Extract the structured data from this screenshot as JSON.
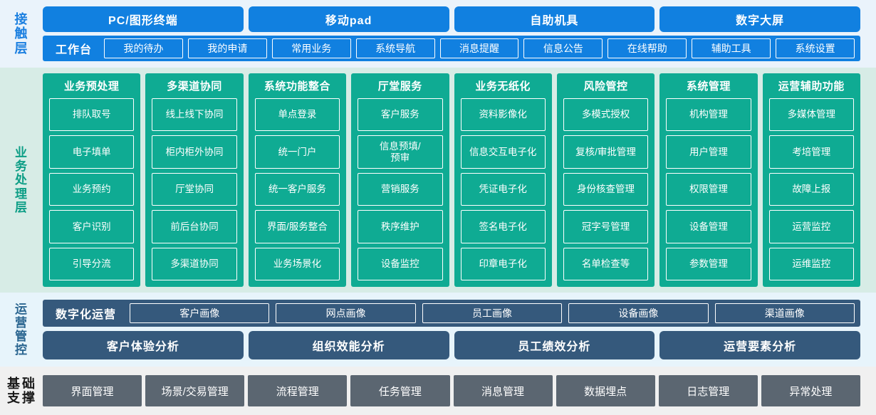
{
  "colors": {
    "contact_bg": "#eaf3fb",
    "contact_accent": "#1180e0",
    "business_bg": "#d7ece6",
    "business_accent": "#0fab93",
    "ops_bg": "#e7f4fb",
    "ops_accent": "#35597c",
    "base_bg": "#f0f0f0",
    "base_accent": "#5b6671"
  },
  "contact_layer": {
    "label": "接触层",
    "channels": [
      {
        "label": "PC/图形终端"
      },
      {
        "label": "移动pad"
      },
      {
        "label": "自助机具"
      },
      {
        "label": "数字大屏"
      }
    ],
    "workbench_title": "工作台",
    "workbench_items": [
      {
        "label": "我的待办"
      },
      {
        "label": "我的申请"
      },
      {
        "label": "常用业务"
      },
      {
        "label": "系统导航"
      },
      {
        "label": "消息提醒"
      },
      {
        "label": "信息公告"
      },
      {
        "label": "在线帮助"
      },
      {
        "label": "辅助工具"
      },
      {
        "label": "系统设置"
      }
    ]
  },
  "business_layer": {
    "label": "业务处理层",
    "columns": [
      {
        "title": "业务预处理",
        "items": [
          "排队取号",
          "电子填单",
          "业务预约",
          "客户识别",
          "引导分流"
        ]
      },
      {
        "title": "多渠道协同",
        "items": [
          "线上线下协同",
          "柜内柜外协同",
          "厅堂协同",
          "前后台协同",
          "多渠道协同"
        ]
      },
      {
        "title": "系统功能整合",
        "items": [
          "单点登录",
          "统一门户",
          "统一客户服务",
          "界面/服务整合",
          "业务场景化"
        ]
      },
      {
        "title": "厅堂服务",
        "items": [
          "客户服务",
          "信息预填/\n预审",
          "营销服务",
          "秩序维护",
          "设备监控"
        ]
      },
      {
        "title": "业务无纸化",
        "items": [
          "资料影像化",
          "信息交互电子化",
          "凭证电子化",
          "签名电子化",
          "印章电子化"
        ]
      },
      {
        "title": "风险管控",
        "items": [
          "多模式授权",
          "复核/审批管理",
          "身份核查管理",
          "冠字号管理",
          "名单检查等"
        ]
      },
      {
        "title": "系统管理",
        "items": [
          "机构管理",
          "用户管理",
          "权限管理",
          "设备管理",
          "参数管理"
        ]
      },
      {
        "title": "运营辅助功能",
        "items": [
          "多媒体管理",
          "考培管理",
          "故障上报",
          "运营监控",
          "运维监控"
        ]
      }
    ]
  },
  "ops_layer": {
    "label": "运营管控",
    "digital_ops_title": "数字化运营",
    "portrait_items": [
      {
        "label": "客户画像"
      },
      {
        "label": "网点画像"
      },
      {
        "label": "员工画像"
      },
      {
        "label": "设备画像"
      },
      {
        "label": "渠道画像"
      }
    ],
    "analysis_items": [
      {
        "label": "客户体验分析"
      },
      {
        "label": "组织效能分析"
      },
      {
        "label": "员工绩效分析"
      },
      {
        "label": "运营要素分析"
      }
    ]
  },
  "base_layer": {
    "label": "基础支撑",
    "items": [
      {
        "label": "界面管理"
      },
      {
        "label": "场景/交易管理"
      },
      {
        "label": "流程管理"
      },
      {
        "label": "任务管理"
      },
      {
        "label": "消息管理"
      },
      {
        "label": "数据埋点"
      },
      {
        "label": "日志管理"
      },
      {
        "label": "异常处理"
      }
    ]
  }
}
